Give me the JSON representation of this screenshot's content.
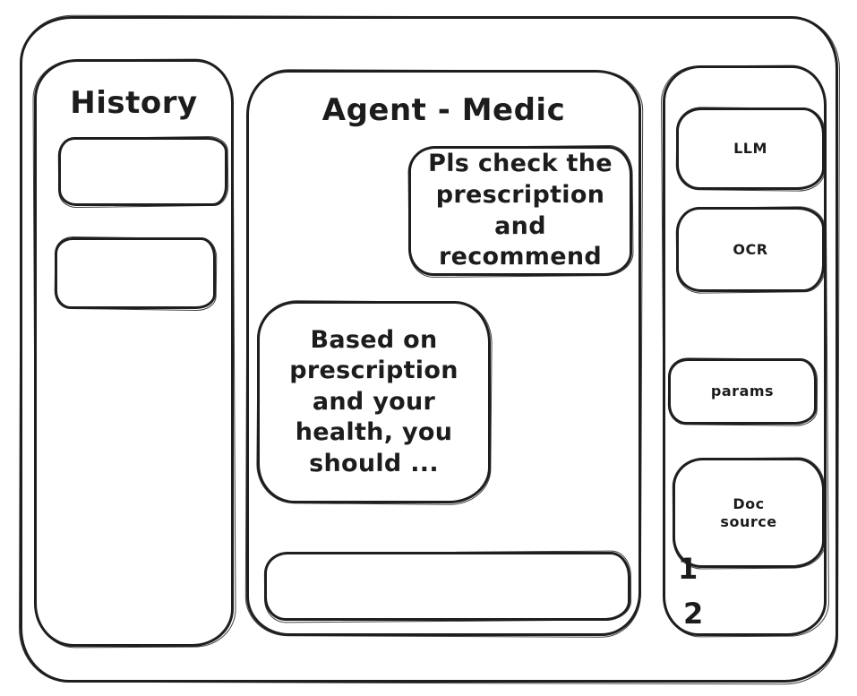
{
  "history_panel": {
    "title": "History",
    "items": [
      "",
      ""
    ]
  },
  "chat_panel": {
    "title": "Agent - Medic",
    "messages": [
      {
        "role": "user",
        "text": "Pls check the\nprescription\nand recommend"
      },
      {
        "role": "assistant",
        "text": "Based on\nprescription\nand your\nhealth, you\nshould ..."
      }
    ],
    "input_value": ""
  },
  "tools_panel": {
    "buttons": [
      {
        "id": "llm",
        "label": "LLM"
      },
      {
        "id": "ocr",
        "label": "OCR"
      },
      {
        "id": "params",
        "label": "params"
      },
      {
        "id": "doc-source",
        "label": "Doc\nsource"
      }
    ],
    "doc_source_notes": [
      "1",
      "2"
    ]
  },
  "colors": {
    "stroke": "#1e1e1e",
    "background": "#ffffff",
    "text": "#1c1c1c"
  }
}
